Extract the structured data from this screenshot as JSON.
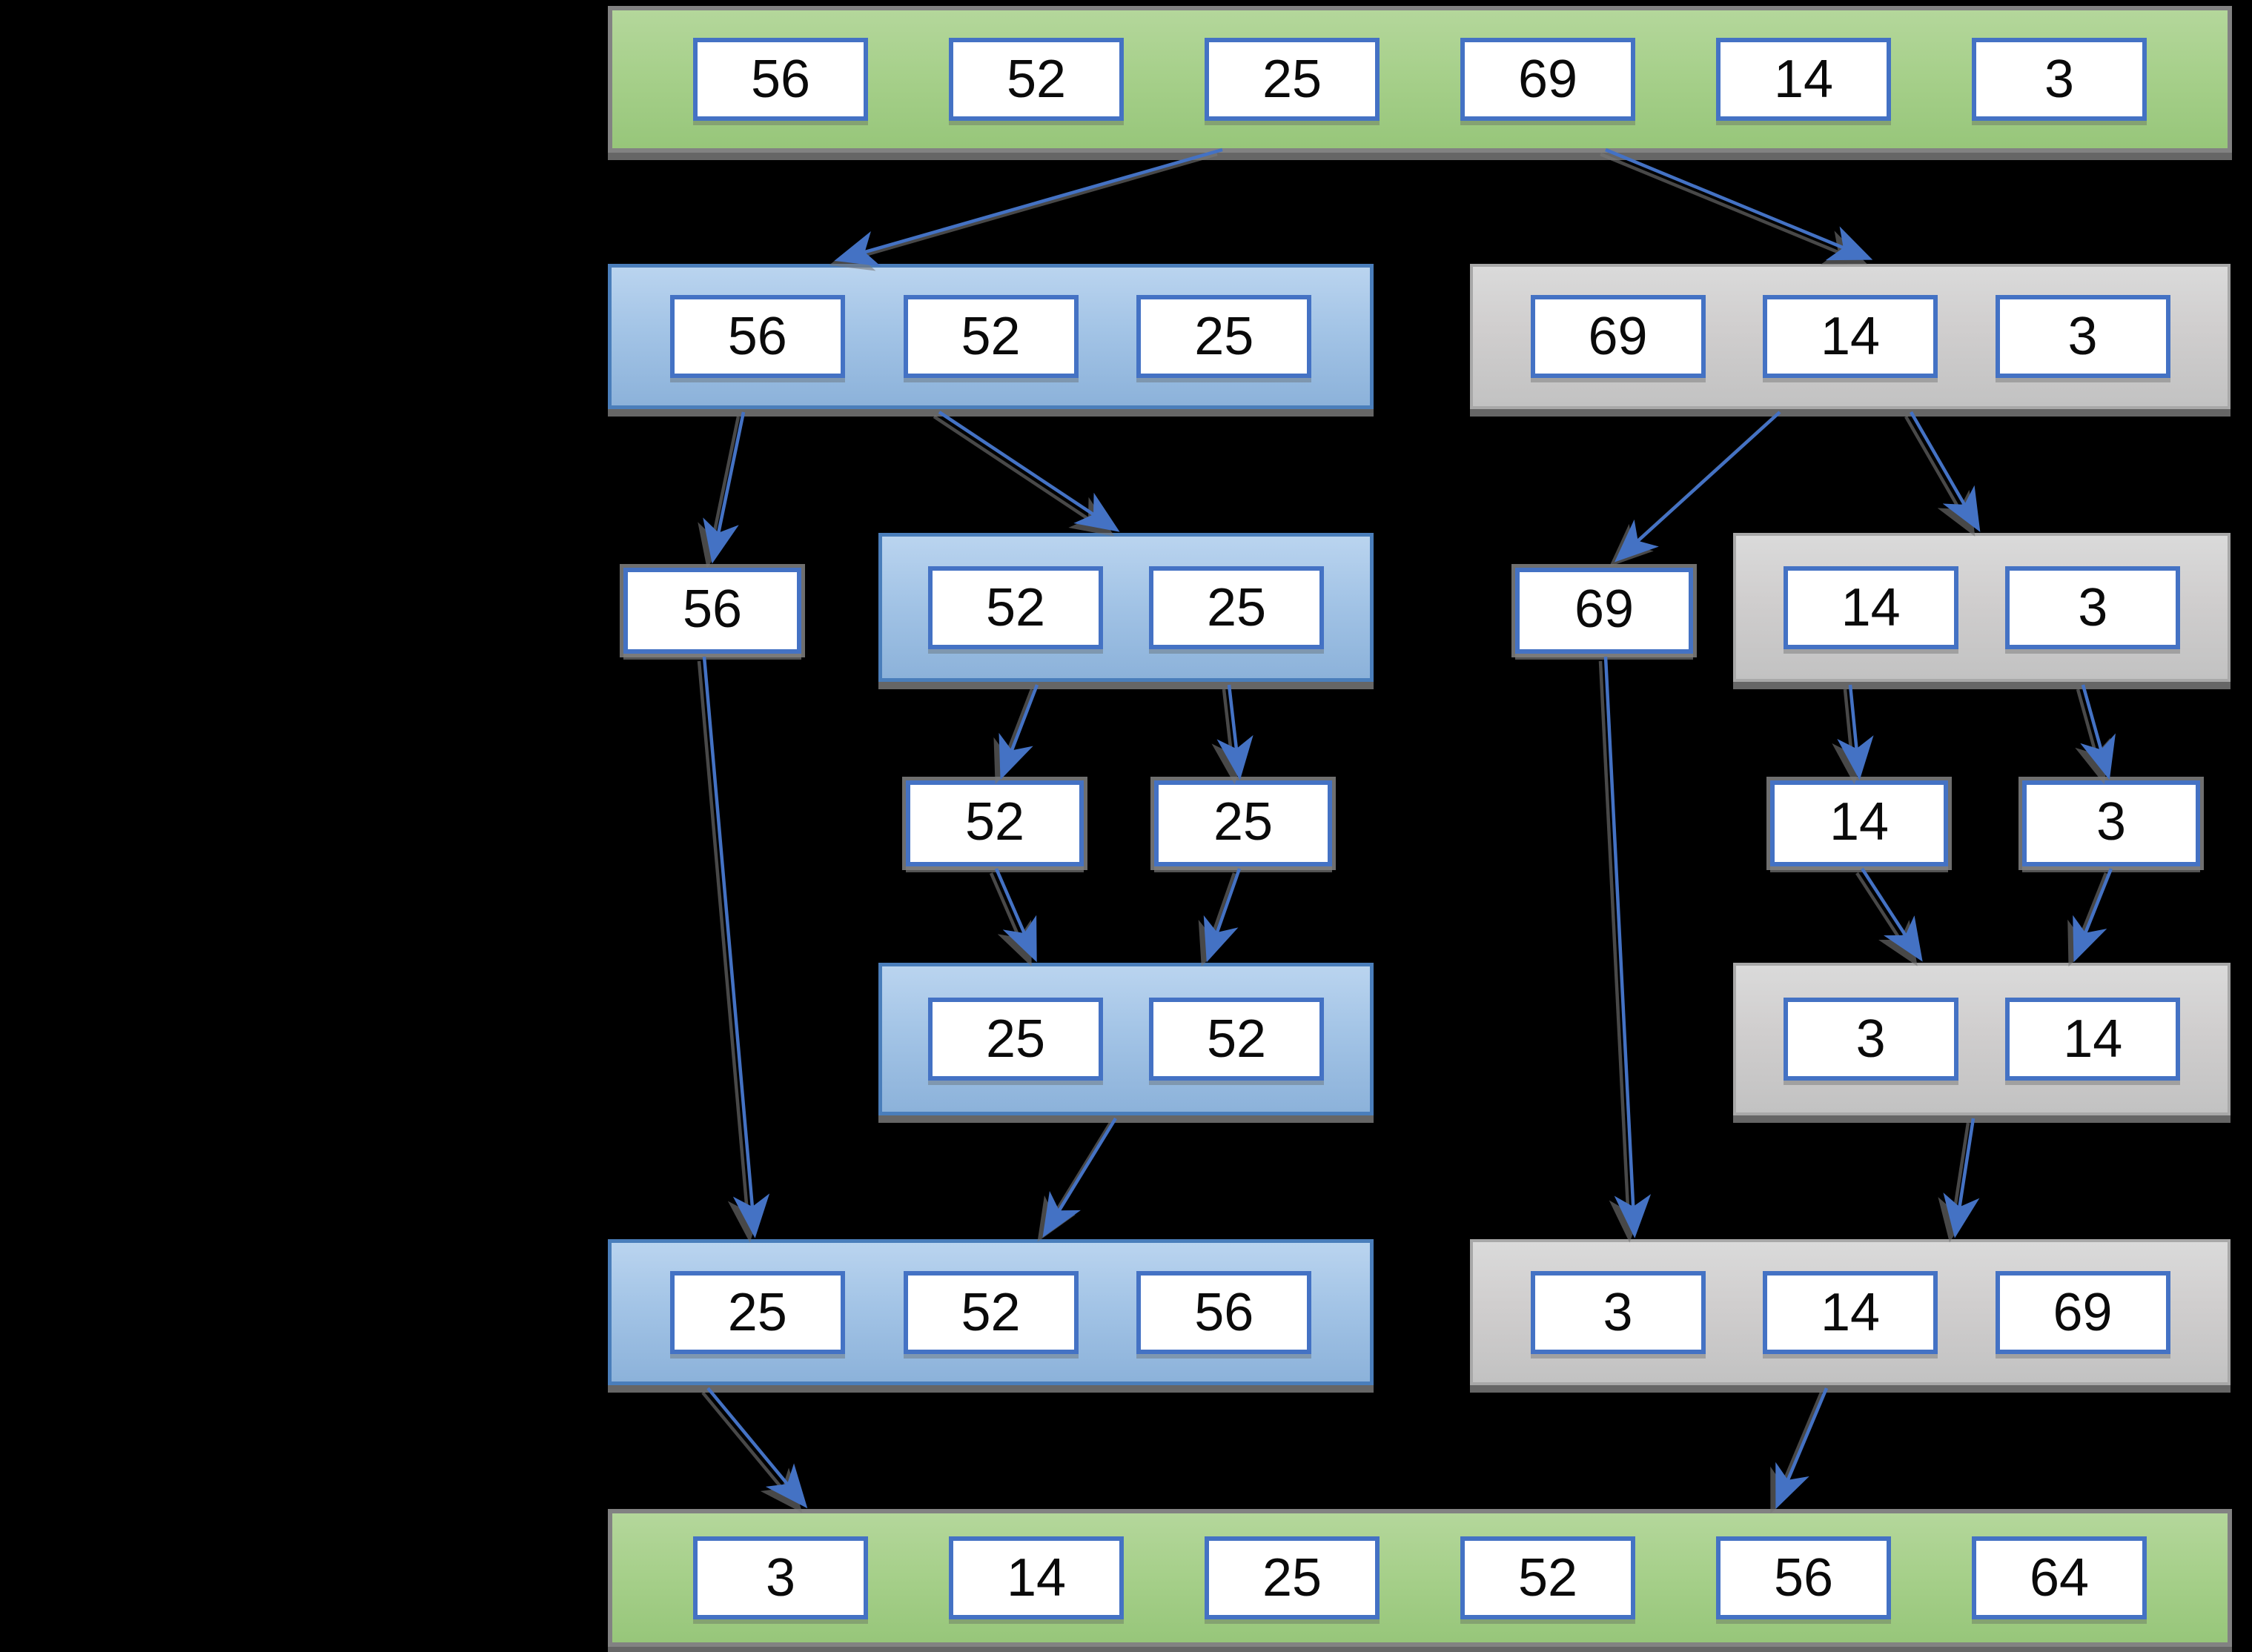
{
  "diagram": {
    "kind": "merge-sort-divide-and-merge",
    "colors": {
      "background": "#000000",
      "source_bar_fill": "#a9d18e",
      "left_branch_fill": "#9dc3e6",
      "right_branch_fill": "#d0cece",
      "cell_fill": "#ffffff",
      "cell_border": "#4472c4",
      "arrow": "#4472c4"
    },
    "levels": [
      {
        "id": "array-unsorted",
        "branch": "source",
        "values": [
          "56",
          "52",
          "25",
          "69",
          "14",
          "3"
        ]
      },
      {
        "id": "split-left-half",
        "branch": "left",
        "values": [
          "56",
          "52",
          "25"
        ]
      },
      {
        "id": "split-right-half",
        "branch": "right",
        "values": [
          "69",
          "14",
          "3"
        ]
      },
      {
        "id": "single-56",
        "branch": "left",
        "values": [
          "56"
        ]
      },
      {
        "id": "split-left-pair",
        "branch": "left",
        "values": [
          "52",
          "25"
        ]
      },
      {
        "id": "single-69",
        "branch": "right",
        "values": [
          "69"
        ]
      },
      {
        "id": "split-right-pair",
        "branch": "right",
        "values": [
          "14",
          "3"
        ]
      },
      {
        "id": "single-52",
        "branch": "left",
        "values": [
          "52"
        ]
      },
      {
        "id": "single-25",
        "branch": "left",
        "values": [
          "25"
        ]
      },
      {
        "id": "single-14",
        "branch": "right",
        "values": [
          "14"
        ]
      },
      {
        "id": "single-3",
        "branch": "right",
        "values": [
          "3"
        ]
      },
      {
        "id": "merged-left-pair",
        "branch": "left",
        "values": [
          "25",
          "52"
        ]
      },
      {
        "id": "merged-right-pair",
        "branch": "right",
        "values": [
          "3",
          "14"
        ]
      },
      {
        "id": "merged-left-half",
        "branch": "left",
        "values": [
          "25",
          "52",
          "56"
        ]
      },
      {
        "id": "merged-right-half",
        "branch": "right",
        "values": [
          "3",
          "14",
          "69"
        ]
      },
      {
        "id": "array-sorted",
        "branch": "result",
        "values": [
          "3",
          "14",
          "25",
          "52",
          "56",
          "64"
        ]
      }
    ]
  }
}
